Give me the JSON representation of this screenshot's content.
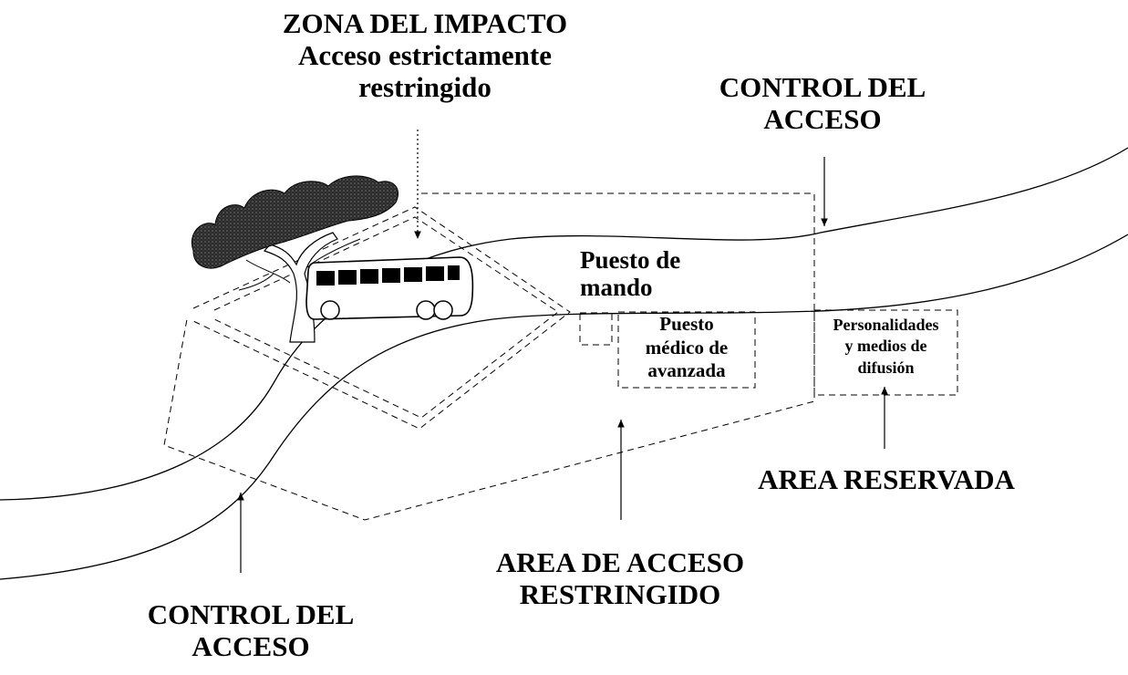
{
  "labels": {
    "zona_impacto": "ZONA DEL IMPACTO\nAcceso estrictamente\nrestringido",
    "control_acceso_top": "CONTROL DEL\nACCESO",
    "puesto_mando": "Puesto de\nmando",
    "puesto_medico": "Puesto\nmédico de\navanzada",
    "personalidades": "Personalidades\ny medios de\ndifusión",
    "area_reservada": "AREA RESERVADA",
    "area_acceso_restringido": "AREA DE ACCESO\nRESTRINGIDO",
    "control_acceso_bottom": "CONTROL DEL\nACCESO"
  },
  "colors": {
    "ink": "#000000",
    "background": "#ffffff",
    "tree_canopy": "#2a2a2a"
  },
  "icons": {
    "vehicle": "bus-icon",
    "vegetation": "tree-icon"
  }
}
